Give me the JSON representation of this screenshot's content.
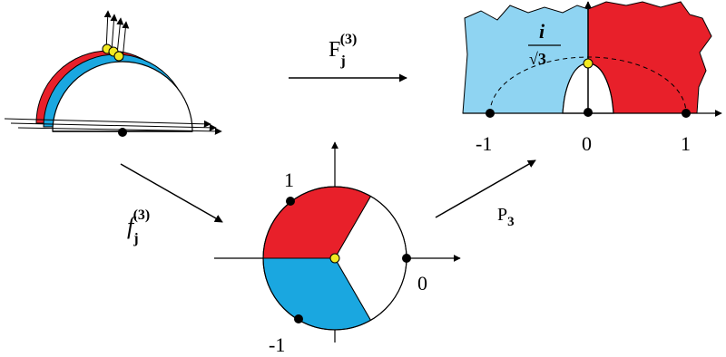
{
  "colors": {
    "red": "#e8202a",
    "blue": "#1aa7e0",
    "light_blue": "#8fd4f2",
    "yellow": "#f2ea22",
    "black": "#000000",
    "white": "#ffffff"
  },
  "arrows": {
    "top": {
      "name": "F",
      "sub": "j",
      "sup": "(3)"
    },
    "left": {
      "name": "f",
      "sub": "j",
      "sup": "(3)"
    },
    "right": {
      "name": "P",
      "sub": "3"
    }
  },
  "disk_labels": {
    "top": "1",
    "right": "0",
    "bottom": "-1"
  },
  "plane_labels": {
    "neg_one": "-1",
    "zero": "0",
    "one": "1",
    "imag_num": "i",
    "imag_den": "√3"
  }
}
